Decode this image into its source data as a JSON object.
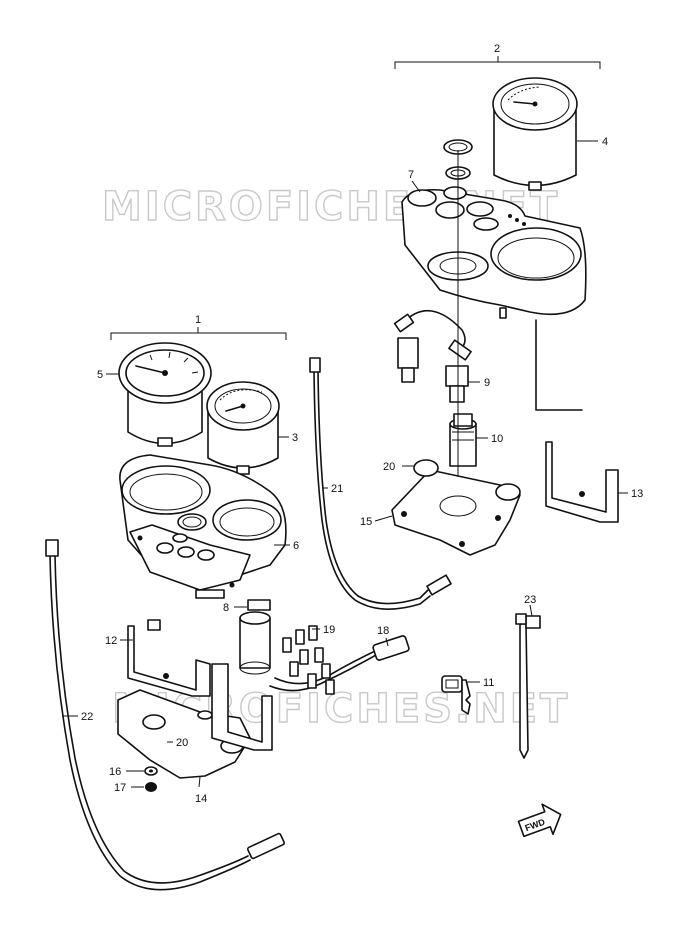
{
  "watermark": {
    "text": "MICROFICHES.NET"
  },
  "callouts": {
    "c1": "1",
    "c2": "2",
    "c3": "3",
    "c4": "4",
    "c5": "5",
    "c6": "6",
    "c7": "7",
    "c8": "8",
    "c9": "9",
    "c10": "10",
    "c11": "11",
    "c12": "12",
    "c13": "13",
    "c14": "14",
    "c15": "15",
    "c16": "16",
    "c17": "17",
    "c18": "18",
    "c19": "19",
    "c20a": "20",
    "c20b": "20",
    "c21": "21",
    "c22": "22",
    "c23": "23"
  },
  "fwd_arrow": {
    "text": "FWD"
  }
}
